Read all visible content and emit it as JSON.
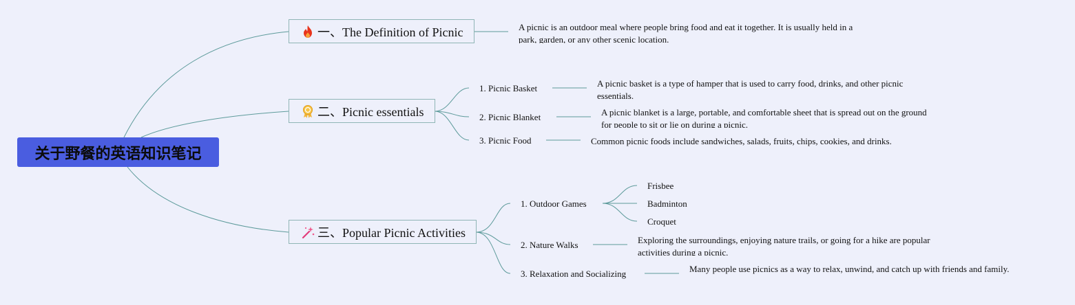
{
  "root": {
    "title": "关于野餐的英语知识笔记"
  },
  "topics": [
    {
      "label": "一、The Definition of Picnic",
      "icon": "fire-icon",
      "note": "A picnic is an outdoor meal where people bring food and eat it together. It is usually held in a park, garden, or any other scenic location."
    },
    {
      "label": "二、Picnic essentials",
      "icon": "award-ribbon-icon",
      "items": [
        {
          "label": "1. Picnic Basket",
          "note": "A picnic basket is a type of hamper that is used to carry food, drinks, and other picnic essentials."
        },
        {
          "label": "2. Picnic Blanket",
          "note": "A picnic blanket is a large, portable, and comfortable sheet that is spread out on the ground for people to sit or lie on during a picnic."
        },
        {
          "label": "3. Picnic Food",
          "note": "Common picnic foods include sandwiches, salads, fruits, chips, cookies, and drinks."
        }
      ]
    },
    {
      "label": "三、Popular Picnic Activities",
      "icon": "magic-wand-icon",
      "items": [
        {
          "label": "1. Outdoor Games",
          "children": [
            "Frisbee",
            "Badminton",
            "Croquet"
          ]
        },
        {
          "label": "2. Nature Walks",
          "note": "Exploring the surroundings, enjoying nature trails, or going for a hike are popular activities during a picnic."
        },
        {
          "label": "3. Relaxation and Socializing",
          "note": "Many people use picnics as a way to relax, unwind, and catch up with friends and family."
        }
      ]
    }
  ],
  "colors": {
    "background": "#eef0fb",
    "root_fill": "#4a5de0",
    "connector": "#5c9a9a",
    "topic_border": "#8fb5b5"
  }
}
